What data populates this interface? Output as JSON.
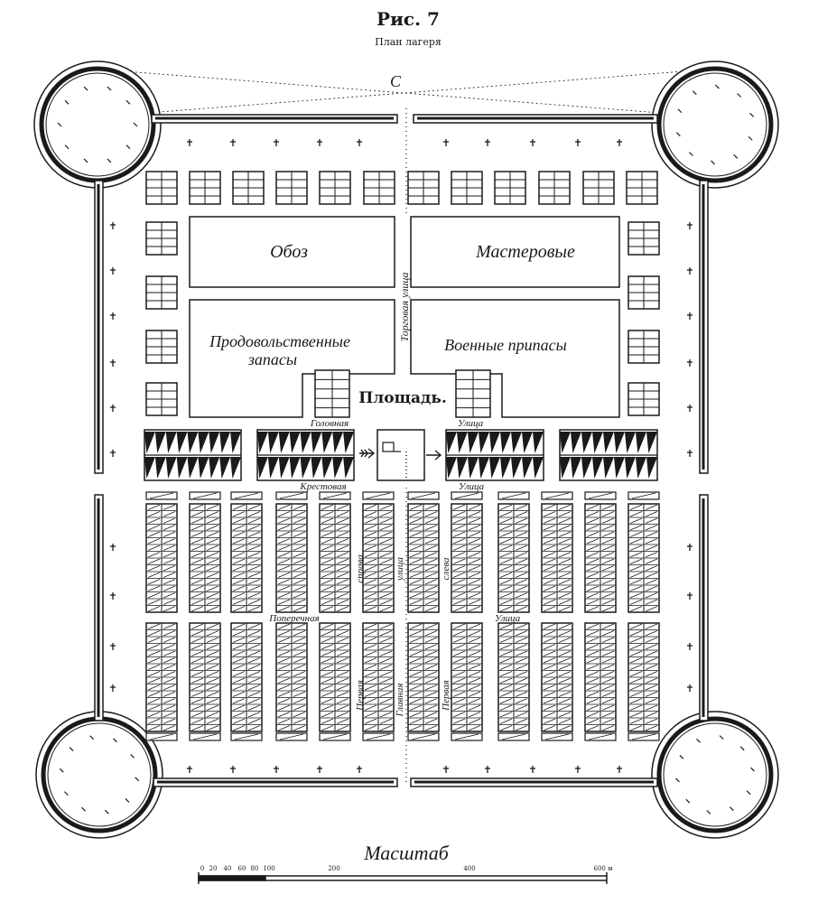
{
  "title": "Рис. 7",
  "subtitle": "План лагеря",
  "compass_letter": "С",
  "zones": {
    "oboz": "Обоз",
    "masterovye": "Мастеровые",
    "prod_line1": "Продовольственные",
    "prod_line2": "запасы",
    "voennye": "Военные припасы",
    "ploshchad": "Площадь."
  },
  "streets": {
    "torgovaya": "Торговая улица",
    "golovnaya": "Головная",
    "ulitsa_top": "Улица",
    "krestovaya": "Крестовая",
    "ulitsa_mid": "Улица",
    "poperechnaya": "Поперечная",
    "ulitsa_low": "Улица",
    "sprava": "справа",
    "glavnaya_upper": "улица",
    "slevo": "слева",
    "pervaya_left": "Первая",
    "glavnaya_lower": "Главная",
    "pervaya_right": "Первая"
  },
  "scale": {
    "title": "Масштаб",
    "ticks": [
      "0",
      "20",
      "40",
      "60",
      "80",
      "100",
      "200",
      "400",
      "600 м"
    ]
  },
  "colors": {
    "ink": "#1a1a1a",
    "paper": "#ffffff"
  }
}
